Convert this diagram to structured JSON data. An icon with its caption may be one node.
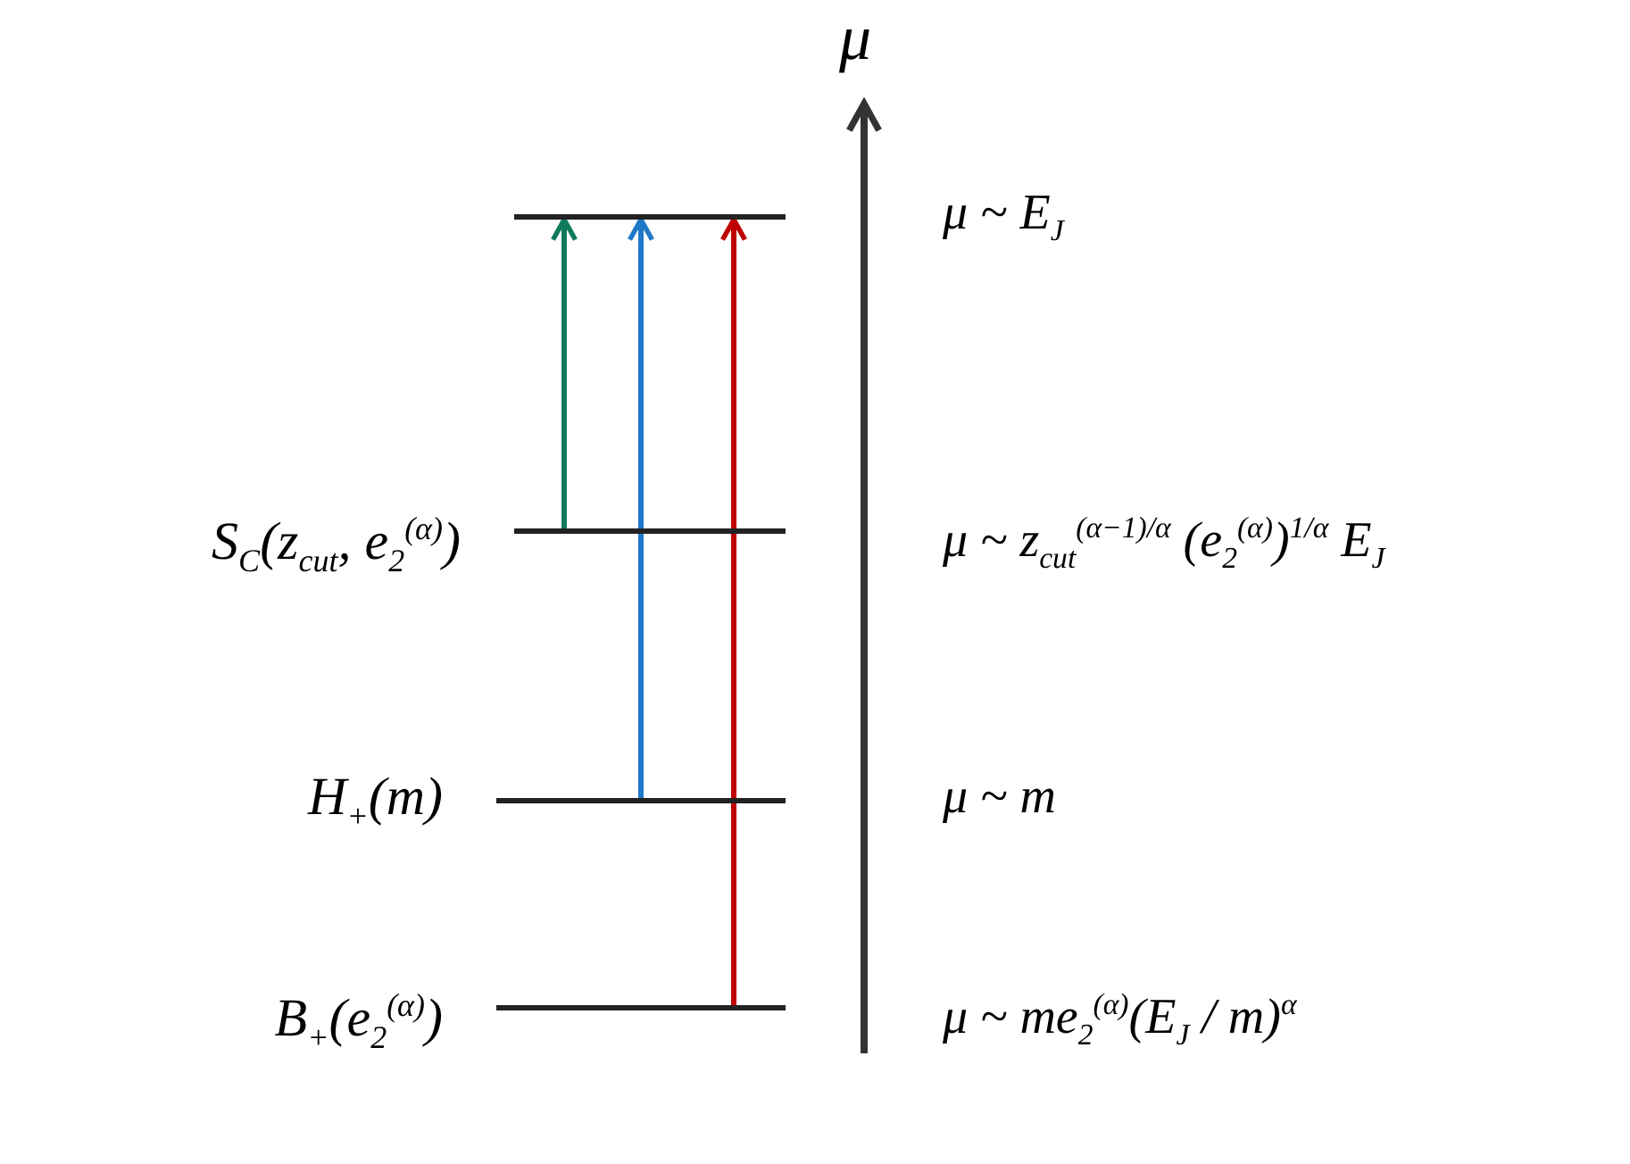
{
  "diagram": {
    "nodes": [
      {
        "text": [],
        "shape": "bar",
        "beside": [
          "μ ~ E$_{J}$"
        ]
      },
      {
        "text": [
          "S$_{C}$(z$_{cut}$, e$_{2}$$^{(α)}$)"
        ],
        "beside": [
          "μ ~ z$_{cut}$$^{(α−1)/α}$ (e$_{2}$$^{(α)}$)$^{1/α}$ E$_{J}$"
        ]
      },
      {
        "text": [
          "H$_{+}$(m)"
        ],
        "beside": [
          "μ ~ m"
        ]
      },
      {
        "text": [
          "B$_{+}$(e$_{2}$$^{(α)}$)"
        ],
        "beside": [
          "μ ~ me$_{2}$$^{(α)}$(E$_{J}$ / m)$^{α}$"
        ]
      }
    ],
    "edges": [
      {
        "from": 1,
        "to": 0,
        "arrow": "to",
        "color": "#127a5c"
      },
      {
        "from": 2,
        "to": 0,
        "arrow": "to",
        "color": "#1f78c8"
      },
      {
        "from": 3,
        "to": 0,
        "arrow": "to",
        "color": "#c00000"
      }
    ],
    "labels": [
      "μ"
    ]
  }
}
